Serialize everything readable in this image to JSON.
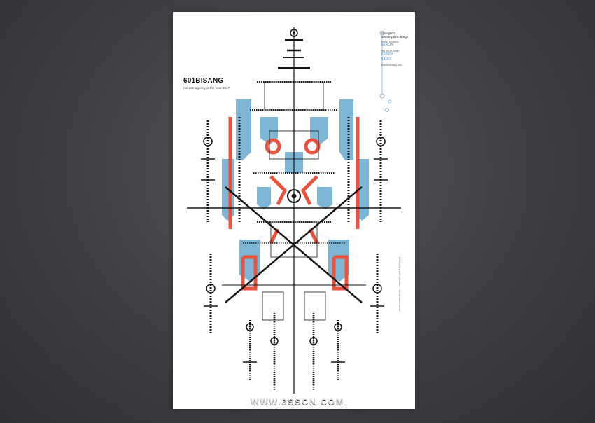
{
  "poster": {
    "title": "601BISANG",
    "subtitle": "red dot: agency of the year 2017",
    "info": [
      {
        "heading": "Bisang601",
        "text": "harmony thru design"
      },
      {
        "heading": "graphic exhibition",
        "city": "BERLIN"
      },
      {
        "heading": "Red dot art Award",
        "city": "ESSEN"
      },
      {
        "heading": "",
        "city": "BASEL"
      },
      {
        "heading": "www.601bisang.com",
        "city": ""
      }
    ],
    "vertical_note": "601bisang graphic exhibition - red dot award winner"
  },
  "watermark": "WWW.3SSCN.COM",
  "colors": {
    "background": "#46474b",
    "poster": "#ffffff",
    "blue": "#7fb6d6",
    "red": "#e8533f",
    "ink": "#151515"
  }
}
